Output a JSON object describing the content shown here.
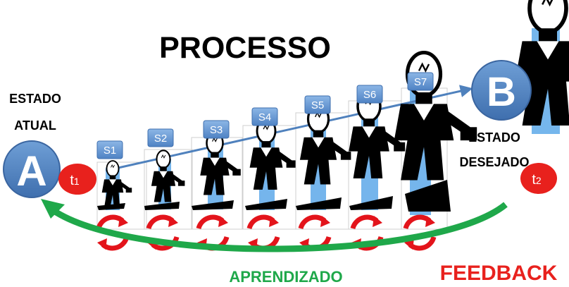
{
  "title": "PROCESSO",
  "state_a": {
    "label_line1": "ESTADO",
    "label_line2": "ATUAL",
    "letter": "A",
    "time": "t",
    "time_sub": "1"
  },
  "state_b": {
    "label_line1": "ESTADO",
    "label_line2": "DESEJADO",
    "letter": "B",
    "time": "t",
    "time_sub": "2"
  },
  "steps": [
    "S1",
    "S2",
    "S3",
    "S4",
    "S5",
    "S6",
    "S7"
  ],
  "learning_label": "APRENDIZADO",
  "feedback_label": "FEEDBACK",
  "colors": {
    "circle_blue": "#4f81bd",
    "step_box": "#6a9fd8",
    "time_red": "#e8211d",
    "cycle_red": "#e3141b",
    "learning_green": "#1fa84a",
    "feedback_red": "#e8211d",
    "figure_highlight": "#5da9e9"
  },
  "icons": [
    "businessman-lightbulb-icon",
    "cycle-arrows-icon"
  ]
}
